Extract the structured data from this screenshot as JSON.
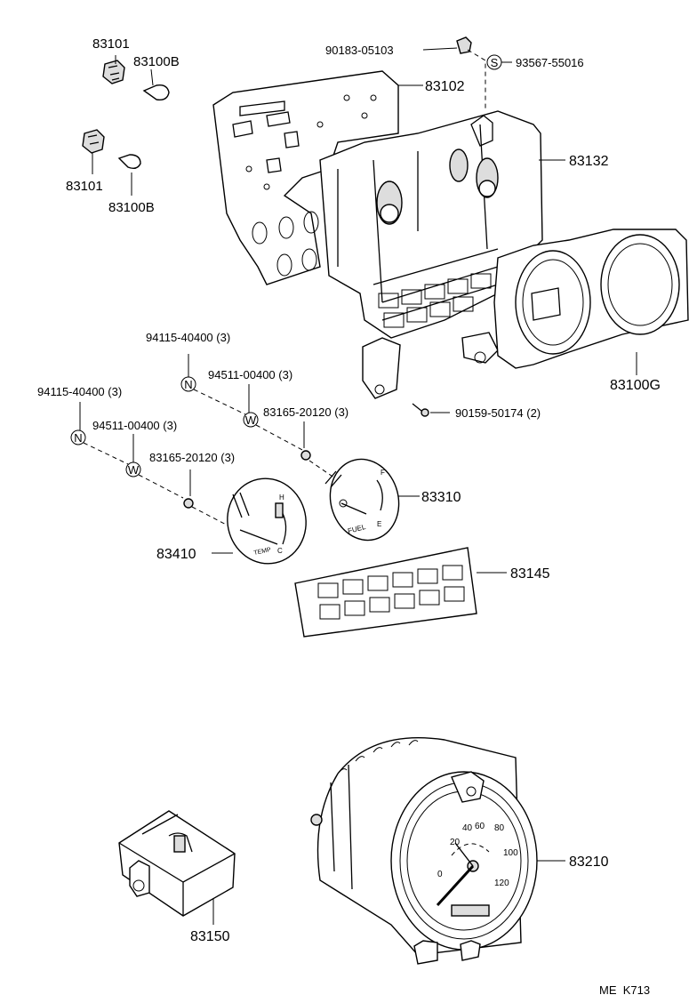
{
  "diagram": {
    "labels": {
      "p83101_top": "83101",
      "p83100B_top": "83100B",
      "p83101_bot": "83101",
      "p83100B_bot": "83100B",
      "p90183": "90183-05103",
      "p93567": "93567-55016",
      "p83102": "83102",
      "p83132": "83132",
      "p83100G": "83100G",
      "p94115_a": "94115-40400 (3)",
      "p94511_a": "94511-00400 (3)",
      "p83165_a": "83165-20120 (3)",
      "p94115_b": "94115-40400 (3)",
      "p94511_b": "94511-00400 (3)",
      "p83165_b": "83165-20120 (3)",
      "p90159": "90159-50174 (2)",
      "p83310": "83310",
      "p83410": "83410",
      "p83145": "83145",
      "p83210": "83210",
      "p83150": "83150",
      "footer": "ME  K713"
    },
    "symbols": {
      "s_letter": "S",
      "n_letter": "N",
      "w_letter": "W"
    },
    "gauge_text": {
      "fuel": "FUEL",
      "fuel_f": "F",
      "fuel_e": "E",
      "temp": "TEMP",
      "temp_h": "H",
      "temp_c": "C",
      "speed_0": "0",
      "speed_20": "20",
      "speed_40": "40",
      "speed_60": "60",
      "speed_80": "80",
      "speed_100": "100",
      "speed_120": "120"
    }
  }
}
